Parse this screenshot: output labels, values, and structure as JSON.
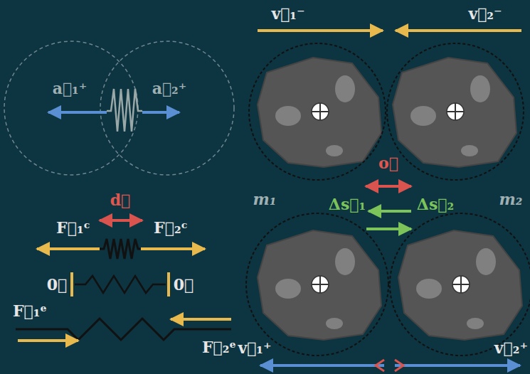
{
  "diagram": {
    "labels": [
      "v⃗₁⁻",
      "v⃗₂⁻",
      "a⃗₁⁺",
      "a⃗₂⁺",
      "d⃗",
      "F⃗₁ᶜ",
      "F⃗₂ᶜ",
      "0⃗",
      "0⃗",
      "F⃗₁ᵉ",
      "F⃗₂ᵉ",
      "o⃗",
      "Δs⃗₁",
      "Δs⃗₂",
      "m₁",
      "m₂",
      "v⃗₁⁺",
      "v⃗₂⁺"
    ]
  }
}
